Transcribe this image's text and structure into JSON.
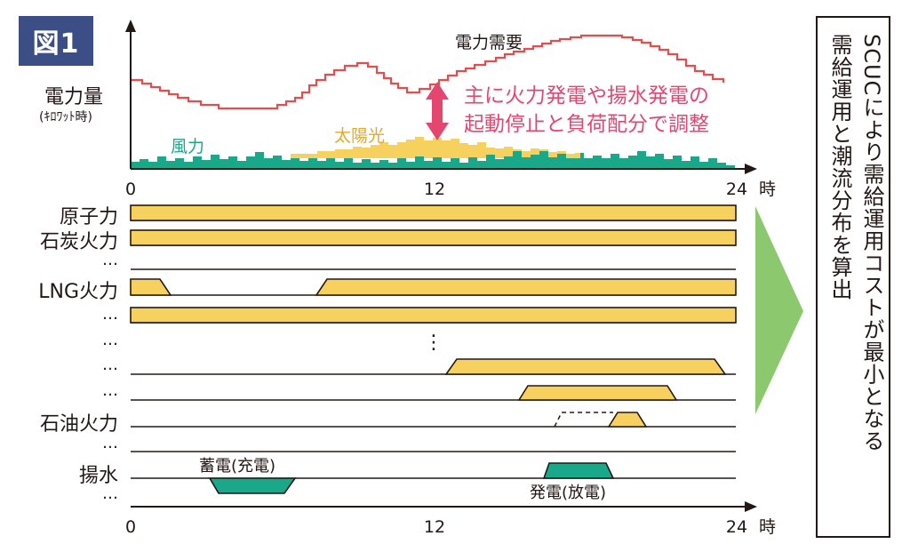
{
  "badge": "図1",
  "top_chart": {
    "y_label_main": "電力量",
    "y_label_unit": "(ｷﾛﾜｯﾄ時)",
    "demand_label": "電力需要",
    "solar_label": "太陽光",
    "wind_label": "風力",
    "note_line1": "主に火力発電や揚水発電の",
    "note_line2": "起動停止と負荷配分で調整",
    "x_ticks": [
      "0",
      "12",
      "24"
    ],
    "x_unit": "時"
  },
  "bottom_chart": {
    "rows": [
      {
        "label": "原子力"
      },
      {
        "label": "石炭火力"
      },
      {
        "label": "…"
      },
      {
        "label": "LNG火力"
      },
      {
        "label": "…"
      },
      {
        "label": "…"
      },
      {
        "label": "…"
      },
      {
        "label": "…"
      },
      {
        "label": "石油火力"
      },
      {
        "label": "…"
      },
      {
        "label": "揚水"
      },
      {
        "label": "…"
      }
    ],
    "vertical_dots": "⋮",
    "storage_label": "蓄電(充電)",
    "generate_label": "発電(放電)",
    "x_ticks": [
      "0",
      "12",
      "24"
    ],
    "x_unit": "時"
  },
  "side": {
    "line1": "SCUCにより需給運用コストが最小となる",
    "line2": "需給運用と潮流分布を算出"
  },
  "colors": {
    "demand": "#e94a4a",
    "solar": "#f7d15e",
    "wind": "#1aa88a",
    "bar": "#f7d15e",
    "pumped": "#1aa88a",
    "note": "#e5466f",
    "arrow_green": "#8cc96e",
    "badge": "#3b4f86"
  }
}
